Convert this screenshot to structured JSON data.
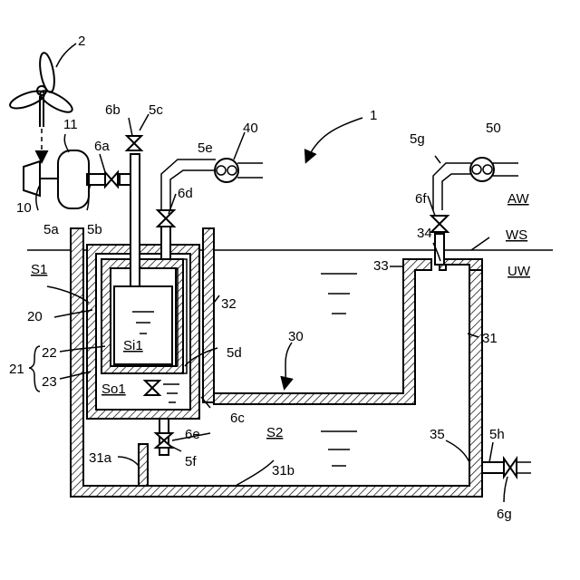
{
  "labels": {
    "fig_ref": "1",
    "turbine": "2",
    "compressor": "10",
    "tank": "11",
    "pipe_5a": "5a",
    "pipe_5b": "5b",
    "pipe_5c": "5c",
    "pipe_5d": "5d",
    "pipe_5e": "5e",
    "pipe_5f": "5f",
    "pipe_5g": "5g",
    "pipe_5h": "5h",
    "valve_6a": "6a",
    "valve_6b": "6b",
    "valve_6c": "6c",
    "valve_6d": "6d",
    "valve_6e": "6e",
    "valve_6f": "6f",
    "valve_6g": "6g",
    "unit_20": "20",
    "unit_21": "21",
    "vessel_22": "22",
    "vessel_23": "23",
    "chamber_30": "30",
    "wall_31": "31",
    "wall_31a": "31a",
    "wall_31b": "31b",
    "wall_32": "32",
    "wall_33": "33",
    "port_34": "34",
    "port_35": "35",
    "machine_40": "40",
    "machine_50": "50",
    "space_s1": "S1",
    "space_s2": "S2",
    "space_si1": "Si1",
    "space_so1": "So1",
    "air_aw": "AW",
    "surface_ws": "WS",
    "water_uw": "UW"
  }
}
